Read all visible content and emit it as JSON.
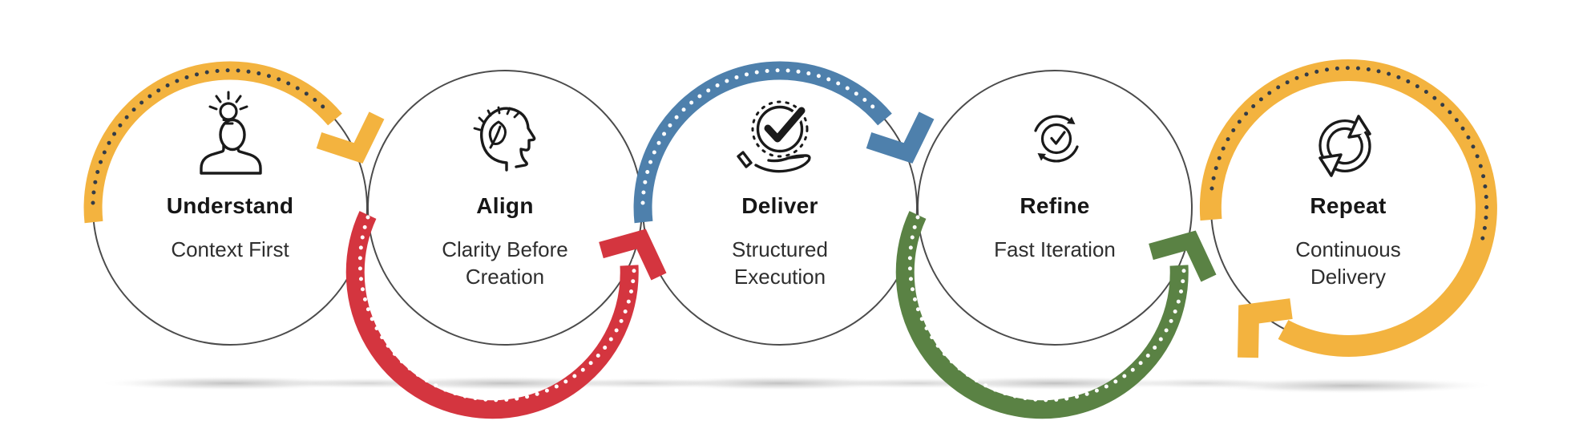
{
  "diagram": {
    "name": "process-cycle",
    "background": "#ffffff",
    "outline_color": "#4b4b4b",
    "title_color": "#161616",
    "subtitle_color": "#2e2e2e",
    "steps": [
      {
        "title": "Understand",
        "subtitle": "Context First",
        "icon": "person-lightbulb-icon",
        "arc_position": "top",
        "arc_color": "#F3B33F",
        "dot_color": "#333C47"
      },
      {
        "title": "Align",
        "subtitle": "Clarity Before Creation",
        "icon": "mindful-head-icon",
        "arc_position": "bottom",
        "arc_color": "#D4353F",
        "dot_color": "#FFFFFF"
      },
      {
        "title": "Deliver",
        "subtitle": "Structured Execution",
        "icon": "hand-check-icon",
        "arc_position": "top",
        "arc_color": "#4E80AC",
        "dot_color": "#FFFFFF"
      },
      {
        "title": "Refine",
        "subtitle": "Fast Iteration",
        "icon": "cycle-check-icon",
        "arc_position": "bottom",
        "arc_color": "#5A8244",
        "dot_color": "#FFFFFF"
      },
      {
        "title": "Repeat",
        "subtitle": "Continuous Delivery",
        "icon": "sync-arrows-icon",
        "arc_position": "loop",
        "arc_color": "#F3B33F",
        "dot_color": "#333C47"
      }
    ]
  }
}
